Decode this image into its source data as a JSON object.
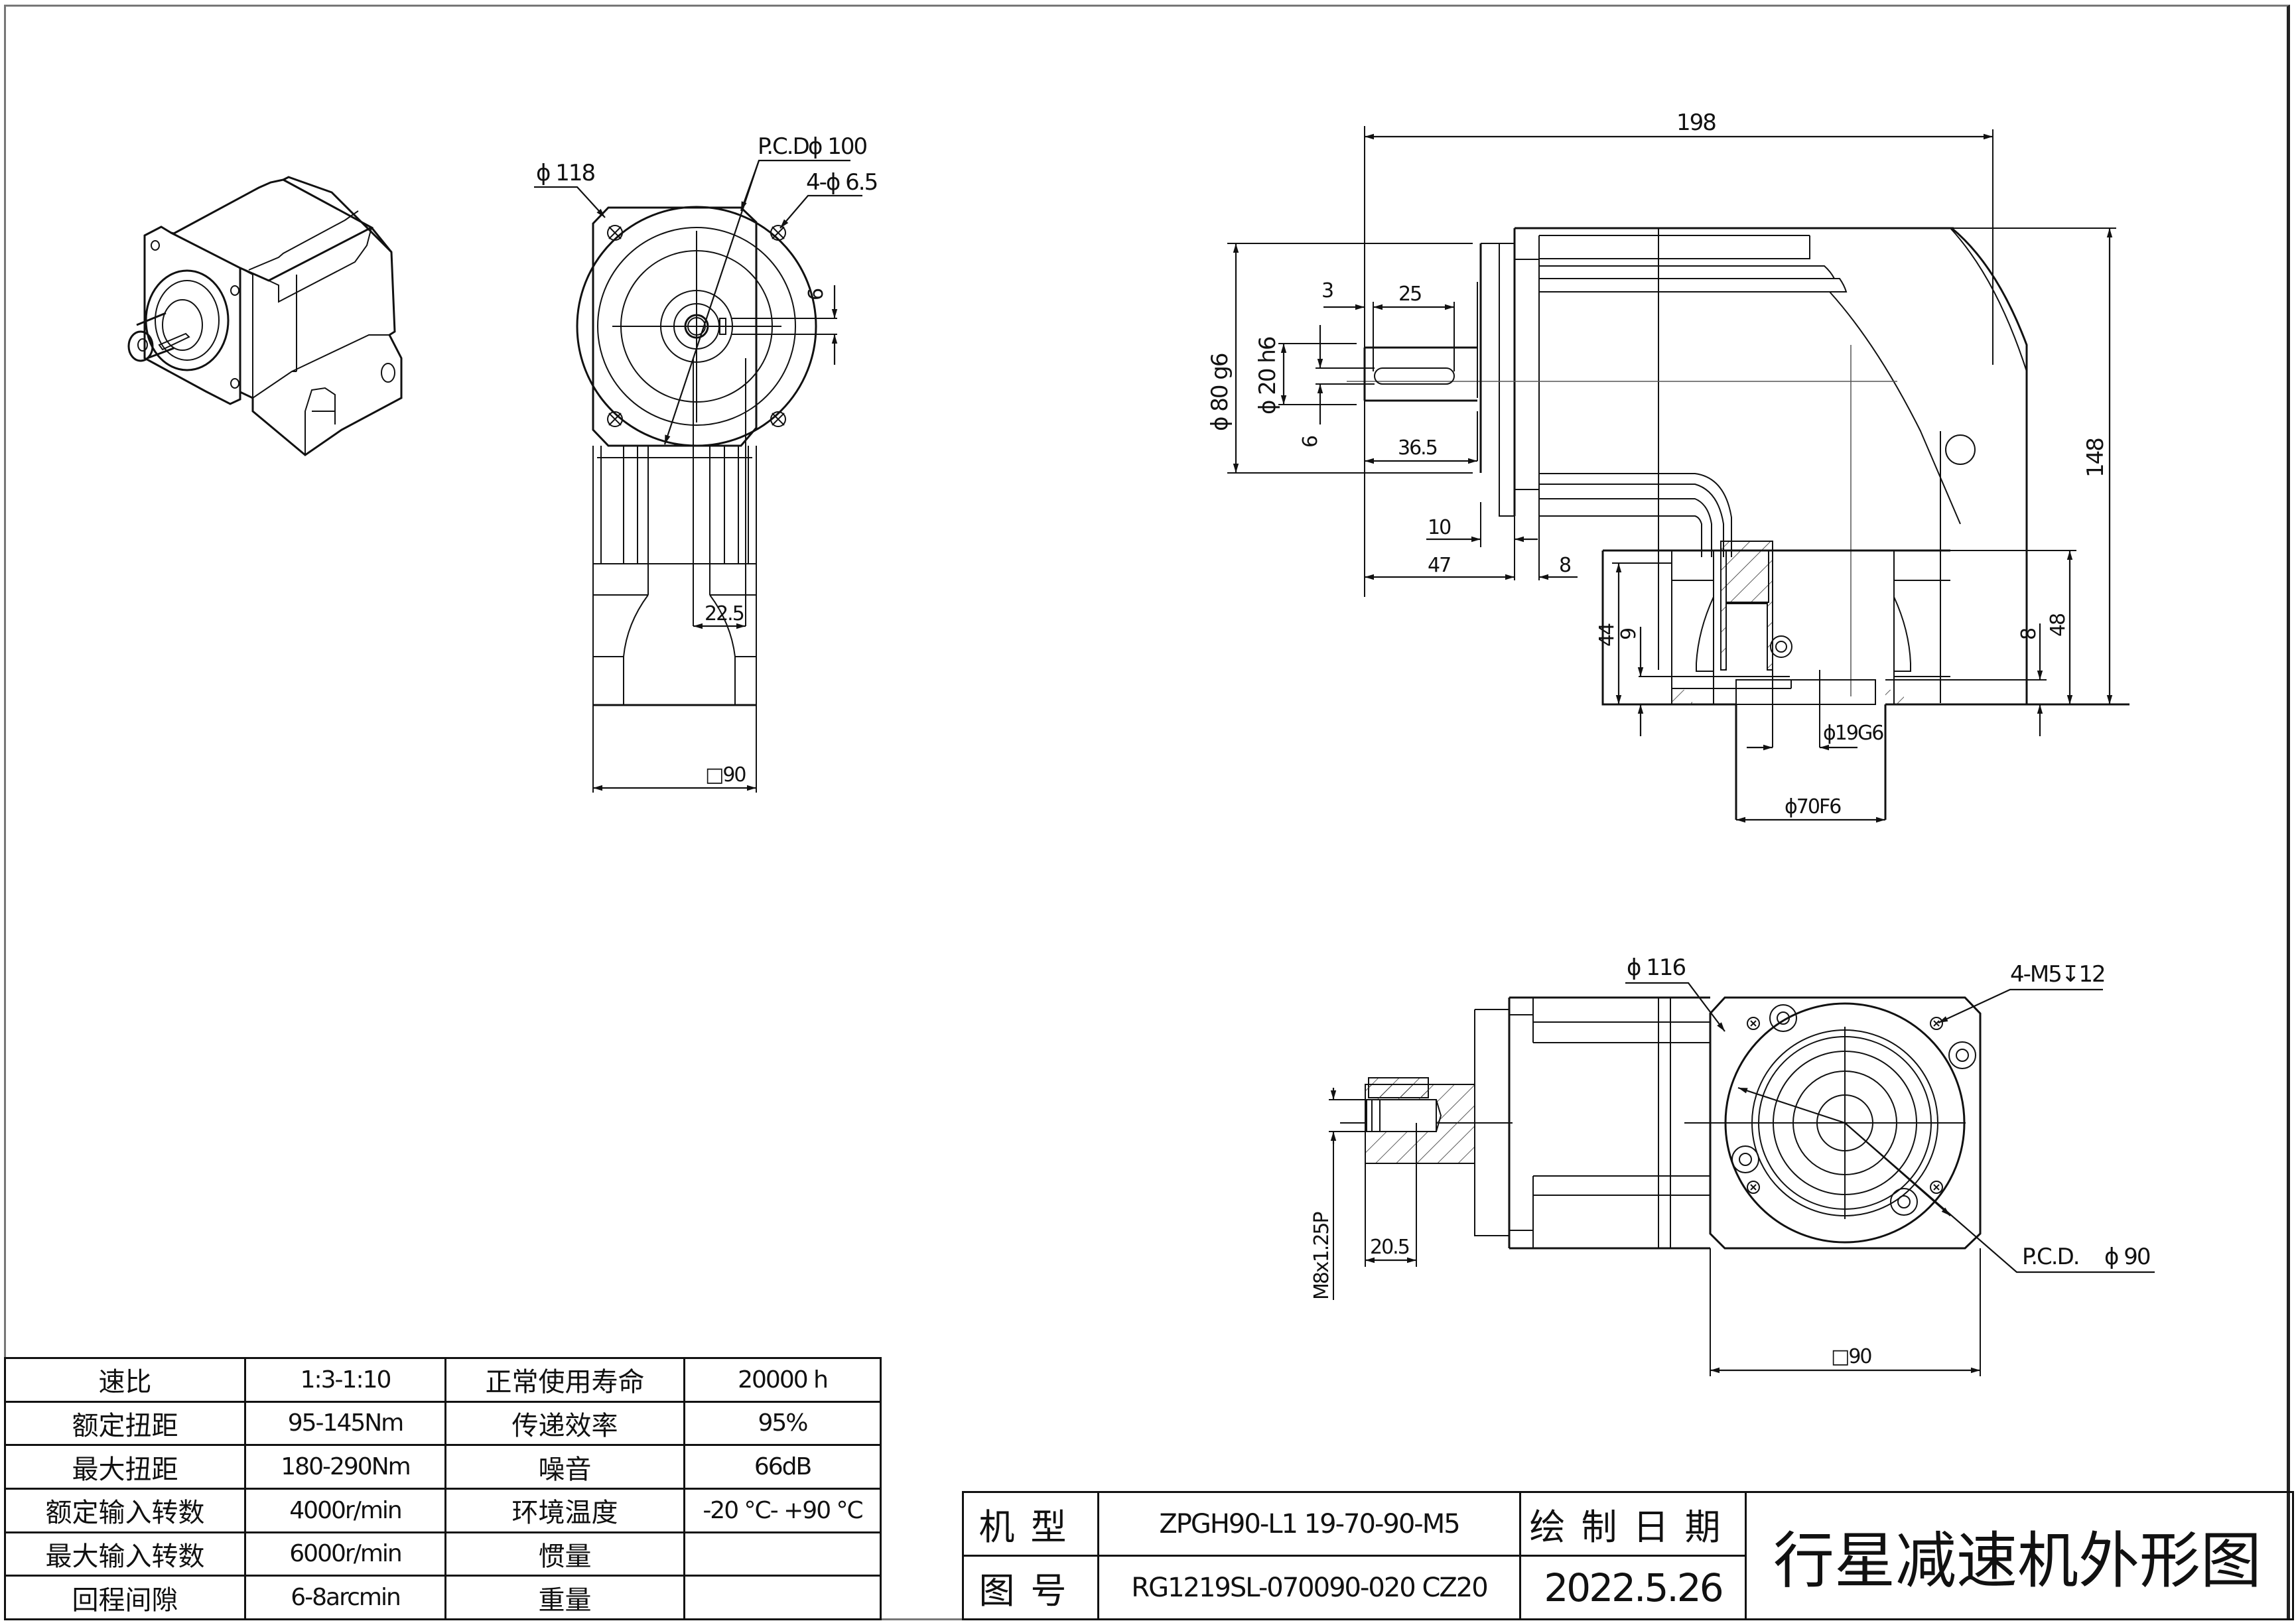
{
  "drawing": {
    "type": "planetary reducer outline drawing",
    "front_view": {
      "flange_circle": "ϕ 118",
      "pcd_label": "P.C.D",
      "pcd_value": "ϕ 100",
      "holes": "4-ϕ 6.5",
      "key_height": "6",
      "base_slot": "22.5",
      "square": "□90"
    },
    "side_view": {
      "overall_length": "198",
      "pilot_diameter": "ϕ 80  g6",
      "shaft_diameter": "ϕ 20  h6",
      "key_offset": "3",
      "key_length": "25",
      "key_width": "6",
      "shaft_length": "36.5",
      "pilot_length": "10",
      "flange_offset": "47",
      "flange_thickness": "8",
      "overall_height": "148",
      "base_height_44": "44",
      "base_step_9": "9",
      "base_step_8": "8",
      "output_height_48": "48",
      "output_bore": "ϕ19G6",
      "output_pilot": "ϕ70F6"
    },
    "bottom_view": {
      "flange_circle": "ϕ 116",
      "tapped_holes": "4-M5↧12",
      "pcd_label": "P.C.D.",
      "pcd_value": "ϕ 90",
      "thread": "M8x1.25P",
      "thread_depth": "20.5",
      "square": "□90"
    }
  },
  "spec_table": {
    "rows": [
      {
        "k1": "速比",
        "v1": "1:3-1:10",
        "k2": "正常使用寿命",
        "v2": "20000 h"
      },
      {
        "k1": "额定扭距",
        "v1": "95-145Nm",
        "k2": "传递效率",
        "v2": "95%"
      },
      {
        "k1": "最大扭距",
        "v1": "180-290Nm",
        "k2": "噪音",
        "v2": "66dB"
      },
      {
        "k1": "额定输入转数",
        "v1": "4000r/min",
        "k2": "环境温度",
        "v2": "-20 °C- +90  °C"
      },
      {
        "k1": "最大输入转数",
        "v1": "6000r/min",
        "k2": "惯量",
        "v2": ""
      },
      {
        "k1": "回程间隙",
        "v1": "6-8arcmin",
        "k2": "重量",
        "v2": ""
      }
    ]
  },
  "title_block": {
    "model_label": "机型",
    "model_value": "ZPGH90-L1 19-70-90-M5",
    "drawing_no_label": "图号",
    "drawing_no_value": "RG1219SL-070090-020 CZ20",
    "date_label": "绘制日期",
    "date_value": "2022.5.26",
    "title": "行星减速机外形图"
  }
}
